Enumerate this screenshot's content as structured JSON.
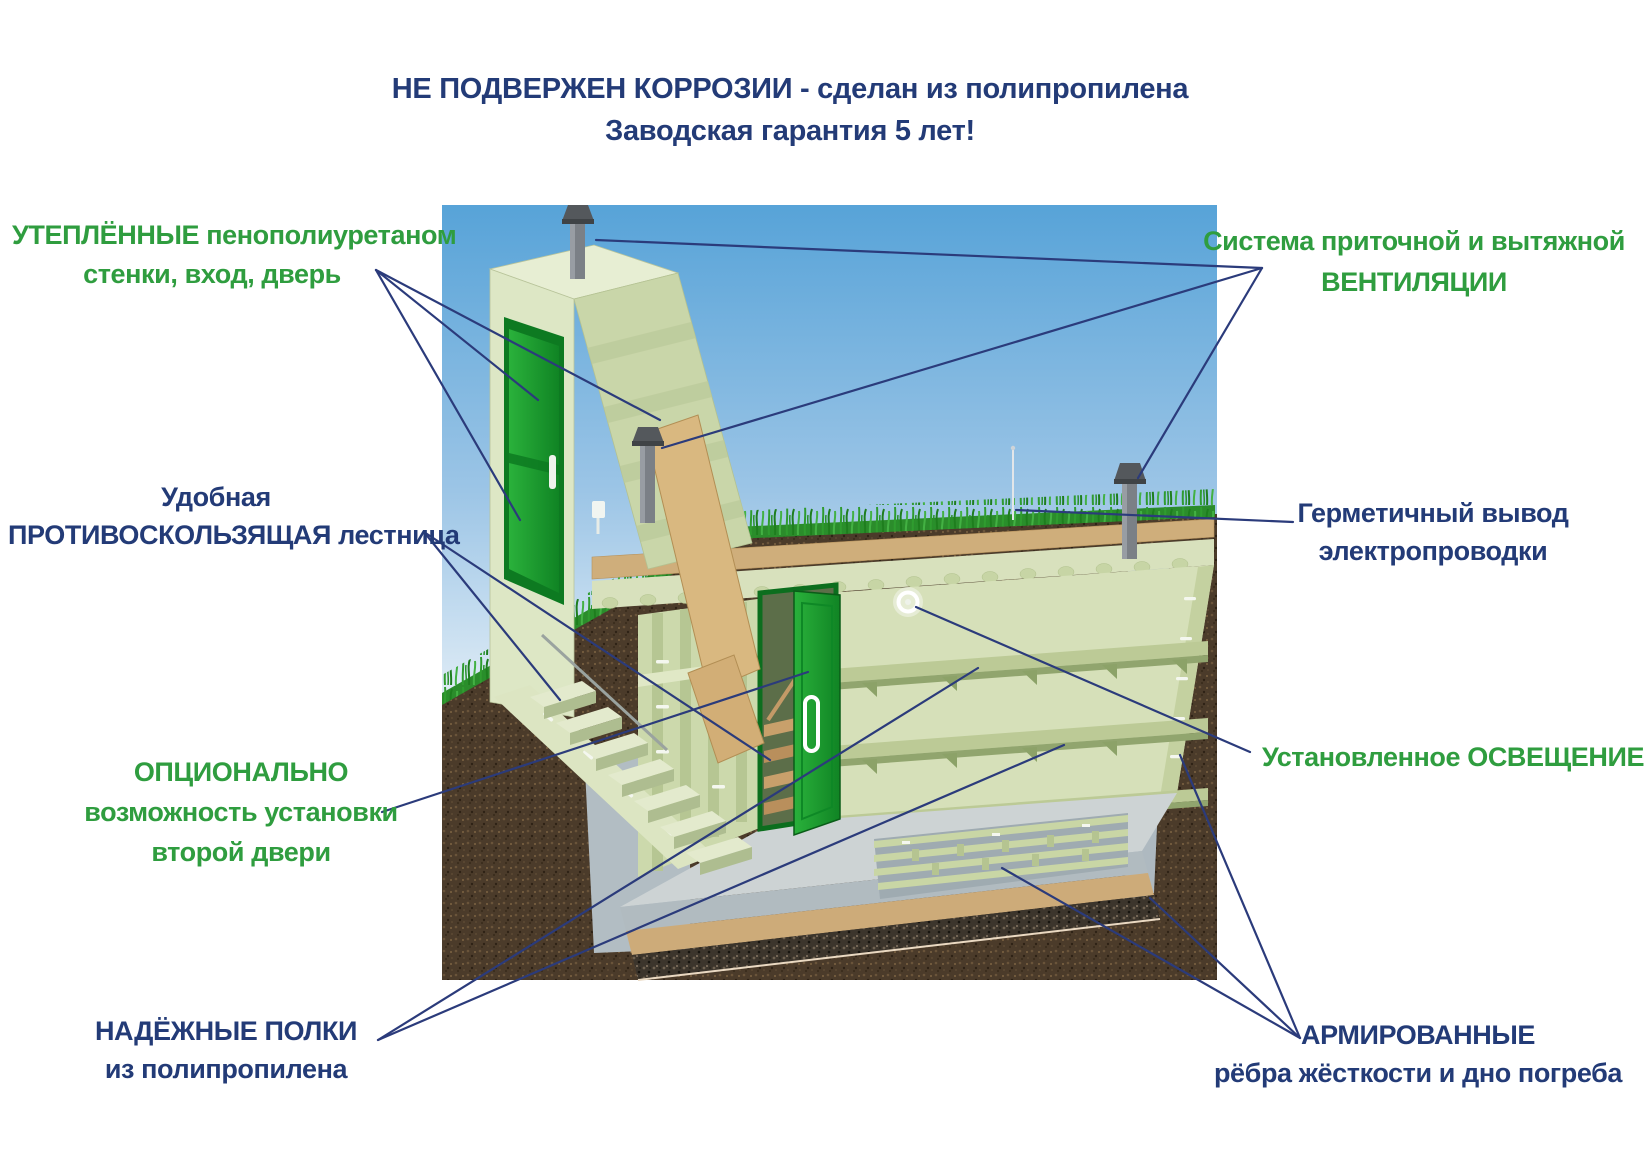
{
  "header": {
    "line1": "НЕ ПОДВЕРЖЕН КОРРОЗИИ  - сделан из полипропилена",
    "line2": "Заводская гарантия 5 лет!"
  },
  "callouts": {
    "insulated": {
      "line1": "УТЕПЛЁННЫЕ пенополиуретаном",
      "line2": "стенки, вход, дверь"
    },
    "ventilation": {
      "line1": "Система приточной и вытяжной",
      "line2": "ВЕНТИЛЯЦИИ"
    },
    "stairs": {
      "line1": "Удобная",
      "line2": "ПРОТИВОСКОЛЬЗЯЩАЯ лестница"
    },
    "electrical": {
      "line1": "Герметичный вывод",
      "line2": "электропроводки"
    },
    "optional": {
      "line1": "ОПЦИОНАЛЬНО",
      "line2": "возможность установки",
      "line3": "второй двери"
    },
    "lighting": {
      "line1": "Установленное ОСВЕЩЕНИЕ"
    },
    "shelves": {
      "line1": "НАДЁЖНЫЕ  ПОЛКИ",
      "line2": "из полипропилена"
    },
    "ribs": {
      "line1": "АРМИРОВАННЫЕ",
      "line2": "рёбра жёсткости и дно погреба"
    }
  },
  "colors": {
    "accent_green": "#2f9d3f",
    "navy_text": "#233b77",
    "callout_line": "#2b3b7b",
    "door_green": "#1ea12e",
    "plastic_green": "#cfdcae",
    "sand": "#cfae7b",
    "sky_blue": "#57a3d8",
    "grass_green": "#2f9c2f",
    "soil_brown": "#4a3a29"
  }
}
